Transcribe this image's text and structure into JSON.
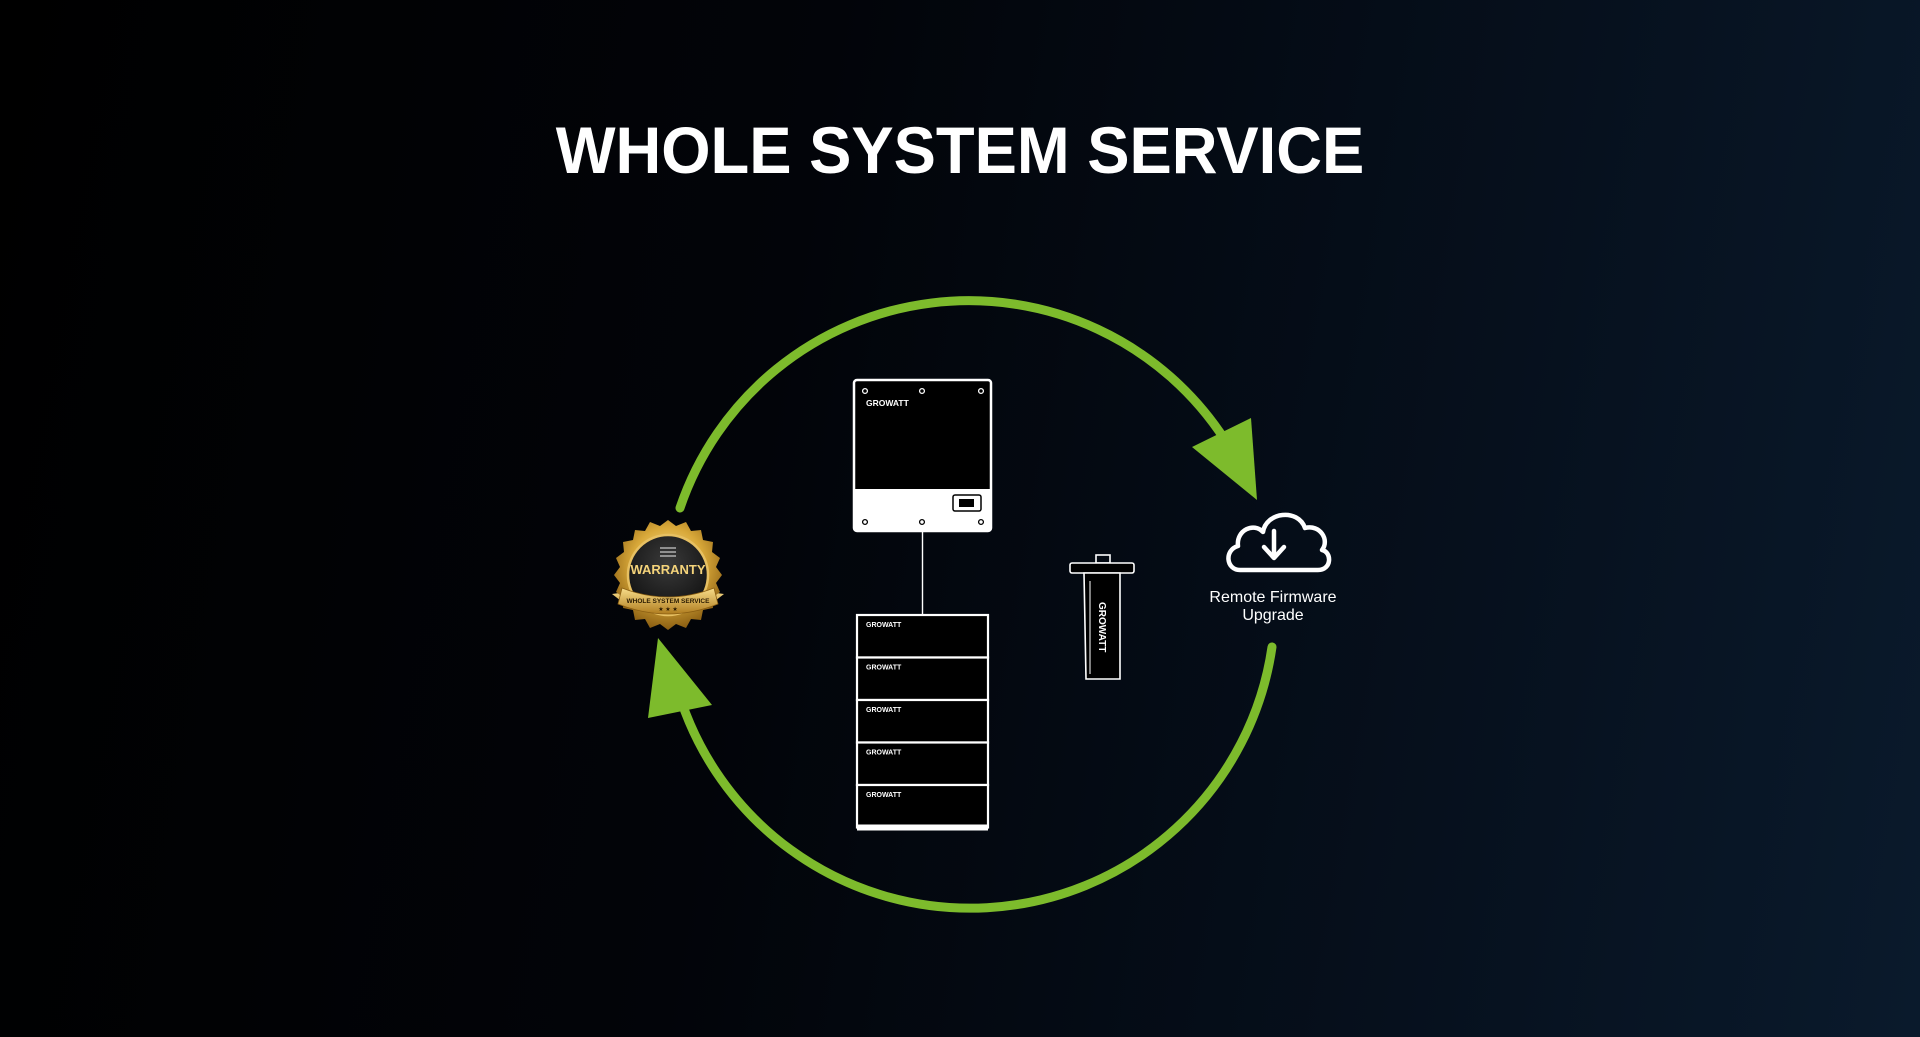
{
  "title": "WHOLE SYSTEM SERVICE",
  "colors": {
    "arrow": "#7dbb2c",
    "background_dark": "#000000",
    "background_blue": "#0a1a2c",
    "badge_gold": "#d9a93a"
  },
  "warranty_badge": {
    "icon": "warranty-badge",
    "main_text": "WARRANTY",
    "ribbon_text": "WHOLE SYSTEM SERVICE"
  },
  "inverter": {
    "icon": "inverter",
    "brand": "GROWATT"
  },
  "battery_stack": {
    "icon": "battery-stack",
    "modules": [
      {
        "brand": "GROWATT"
      },
      {
        "brand": "GROWATT"
      },
      {
        "brand": "GROWATT"
      },
      {
        "brand": "GROWATT"
      },
      {
        "brand": "GROWATT"
      }
    ]
  },
  "dongle": {
    "icon": "wifi-dongle",
    "brand": "GROWATT"
  },
  "remote_upgrade": {
    "icon": "cloud-download-icon",
    "label_line1": "Remote Firmware",
    "label_line2": "Upgrade"
  }
}
